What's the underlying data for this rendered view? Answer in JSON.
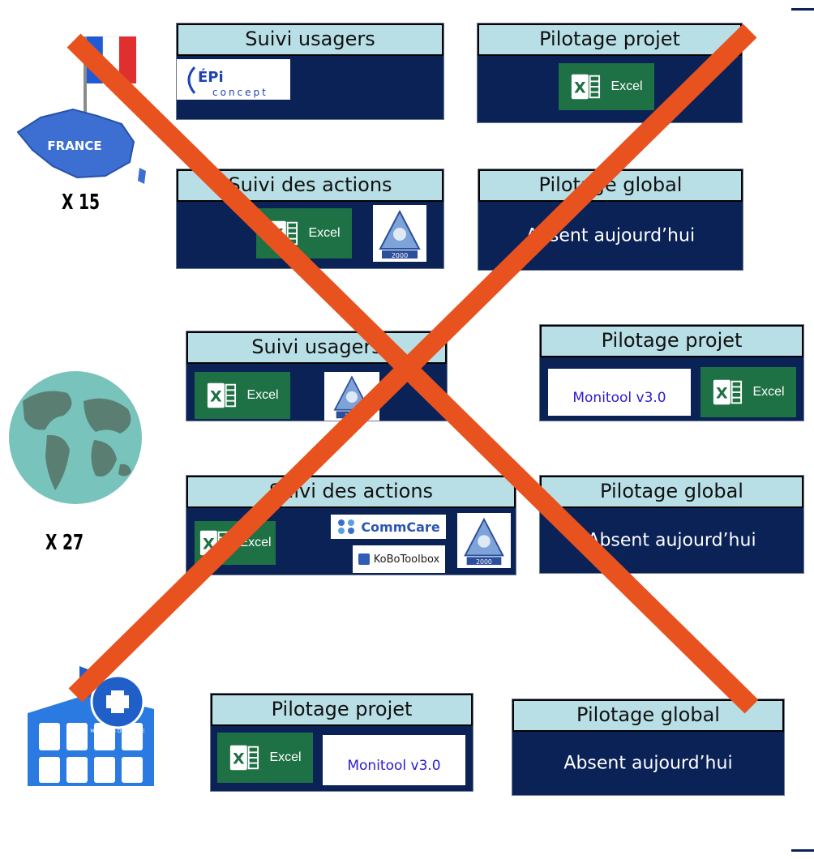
{
  "groups": [
    {
      "count_label": "X 15",
      "panels": [
        {
          "title": "Suivi usagers"
        },
        {
          "title": "Pilotage projet"
        },
        {
          "title": "Suivi des actions"
        },
        {
          "title": "Pilotage global",
          "body_text": "Absent aujourd’hui"
        }
      ]
    },
    {
      "count_label": "X 27",
      "panels": [
        {
          "title": "Suivi usagers"
        },
        {
          "title": "Pilotage projet"
        },
        {
          "title": "Suivi des actions"
        },
        {
          "title": "Pilotage global",
          "body_text": "Absent aujourd’hui"
        }
      ]
    },
    {
      "panels": [
        {
          "title": "Pilotage projet"
        },
        {
          "title": "Pilotage global",
          "body_text": "Absent aujourd’hui"
        }
      ]
    }
  ],
  "tools": {
    "excel": "Excel",
    "monitool": "Monitool v3.0",
    "commcare": "CommCare",
    "kobo": "KoBoToolbox",
    "epiconcept": "concept",
    "epi_logo": "ÉPi",
    "logo_2000": "2000"
  },
  "icons": {
    "france_badge": "FRANCE",
    "mdm_badge": "MÉDECINS DU MONDE"
  },
  "colors": {
    "panel_body": "#0b2257",
    "panel_header": "#b8dfe6",
    "excel_green": "#1e7145",
    "cross": "#e8521f",
    "monitool_text": "#2a1bd1"
  }
}
